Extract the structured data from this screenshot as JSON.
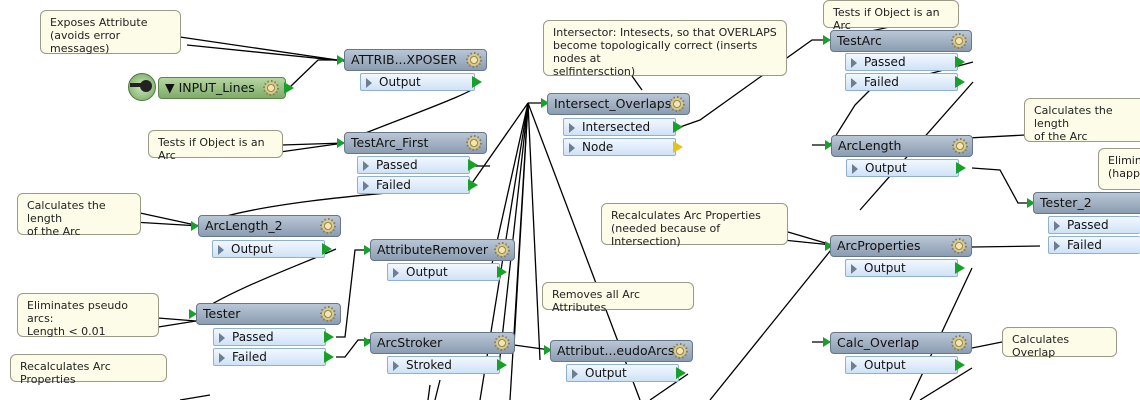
{
  "transformers": {
    "input_lines": {
      "name": "INPUT_Lines"
    },
    "attrib_exposer": {
      "name": "ATTRIB...XPOSER",
      "ports": [
        "Output"
      ]
    },
    "testarc_first": {
      "name": "TestArc_First",
      "ports": [
        "Passed",
        "Failed"
      ]
    },
    "arclength_2": {
      "name": "ArcLength_2",
      "ports": [
        "Output"
      ]
    },
    "tester": {
      "name": "Tester",
      "ports": [
        "Passed",
        "Failed"
      ]
    },
    "attribute_remover": {
      "name": "AttributeRemover",
      "ports": [
        "Output"
      ]
    },
    "arcstroker": {
      "name": "ArcStroker",
      "ports": [
        "Stroked"
      ]
    },
    "intersect_overlaps": {
      "name": "Intersect_Overlaps",
      "ports": [
        "Intersected",
        "Node"
      ]
    },
    "attrib_pseudoarcs": {
      "name": "Attribut...eudoArcs",
      "ports": [
        "Output"
      ]
    },
    "testarc": {
      "name": "TestArc",
      "ports": [
        "Passed",
        "Failed"
      ]
    },
    "arclength": {
      "name": "ArcLength",
      "ports": [
        "Output"
      ]
    },
    "arcproperties": {
      "name": "ArcProperties",
      "ports": [
        "Output"
      ]
    },
    "calc_overlap": {
      "name": "Calc_Overlap",
      "ports": [
        "Output"
      ]
    },
    "tester_2": {
      "name": "Tester_2",
      "ports": [
        "Passed",
        "Failed"
      ]
    }
  },
  "annotations": {
    "exposes_attribute": "Exposes Attribute\n(avoids error messages)",
    "tests_arc_first": "Tests if Object is an Arc",
    "calc_length_1": "Calculates the length\nof the Arc",
    "eliminates_pseudo": "Eliminates pseudo arcs:\nLength < 0.01",
    "recalc_props_1": "Recalculates Arc Properties",
    "intersector": "Intersector: Intesects, so that OVERLAPS\nbecome topologically correct (inserts nodes at\nselfintersction)",
    "removes_all": "Removes all Arc Attributes",
    "recalc_props_2": "Recalculates Arc Properties\n(needed because of Intersection)",
    "tests_arc": "Tests if Object is an Arc",
    "calc_length_2": "Calculates the length\nof the Arc",
    "calc_overlap": "Calculates Overlap",
    "elimina": "Elimina\n(happe"
  },
  "colors": {
    "wire": "#000000",
    "port_arrow": "#18a12a",
    "unconnected_arrow": "#e4c21d",
    "note_bg": "#fdfce8"
  }
}
